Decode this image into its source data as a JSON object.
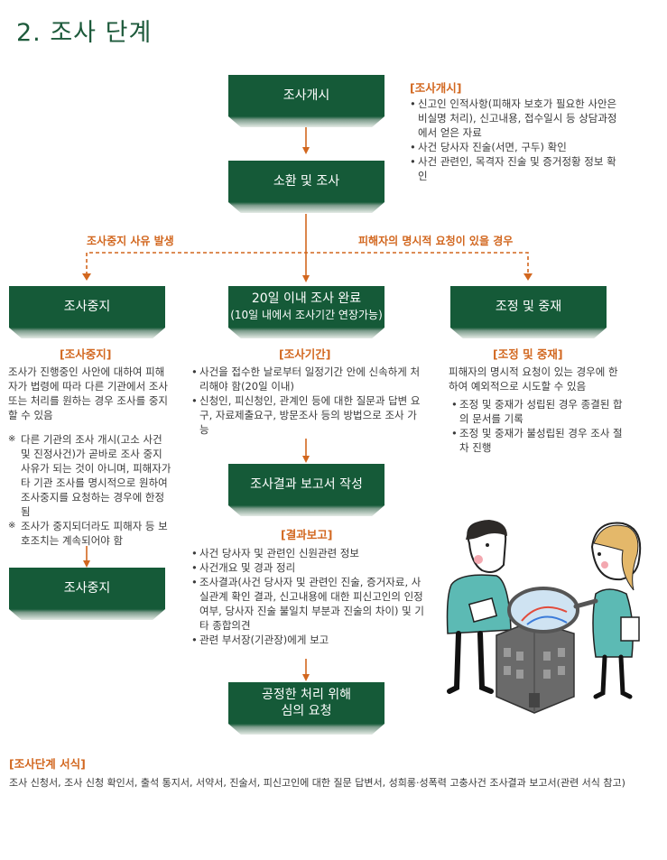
{
  "title": "2. 조사 단계",
  "boxes": {
    "start": "조사개시",
    "summon": "소환 및 조사",
    "stop1": "조사중지",
    "complete_main": "20일 이내 조사 완료",
    "complete_sub": "(10일 내에서 조사기간 연장가능)",
    "mediation": "조정 및 중재",
    "report": "조사결과 보고서 작성",
    "stop2": "조사중지",
    "review_line1": "공정한 처리 위해",
    "review_line2": "심의 요청"
  },
  "conditions": {
    "left": "조사중지 사유 발생",
    "right": "피해자의 명시적 요청이 있을 경우"
  },
  "start_info": {
    "heading": "[조사개시]",
    "items": [
      "신고인 인적사항(피해자 보호가 필요한 사안은 비실명 처리), 신고내용, 접수일시 등 상담과정에서 얻은 자료",
      "사건 당사자 진술(서면, 구두) 확인",
      "사건 관련인, 목격자 진술 및 증거정황 정보 확인"
    ]
  },
  "stop_info": {
    "heading": "[조사중지]",
    "body": "조사가 진행중인 사안에 대하여 피해자가 법령에 따라 다른 기관에서 조사 또는 처리를 원하는 경우 조사를 중지할 수 있음",
    "notes": [
      "다른 기관의 조사 개시(고소 사건 및 진정사건)가 곧바로 조사 중지 사유가 되는 것이 아니며, 피해자가 타 기관 조사를 명시적으로 원하여 조사중지를 요청하는 경우에 한정됨",
      "조사가 중지되더라도 피해자 등 보호조치는 계속되어야 함"
    ]
  },
  "period_info": {
    "heading": "[조사기간]",
    "items": [
      "사건을 접수한 날로부터 일정기간 안에 신속하게 처리해야 함(20일 이내)",
      "신청인, 피신청인, 관계인 등에 대한 질문과 답변 요구, 자료제출요구, 방문조사 등의 방법으로 조사 가능"
    ]
  },
  "mediation_info": {
    "heading": "[조정 및 중재]",
    "body": "피해자의 명시적 요청이 있는 경우에 한하여 예외적으로 시도할 수 있음",
    "items": [
      "조정 및 중재가 성립된 경우 종결된 합의 문서를 기록",
      "조정 및 중재가 불성립된 경우 조사 절차 진행"
    ]
  },
  "report_info": {
    "heading": "[결과보고]",
    "items": [
      "사건 당사자 및 관련인 신원관련 정보",
      "사건개요 및 경과 정리",
      "조사결과(사건 당사자 및 관련인 진술, 증거자료, 사실관계 확인 결과, 신고내용에 대한 피신고인의 인정여부, 당사자 진술 불일치 부분과 진술의 차이) 및 기타 종합의견",
      "관련 부서장(기관장)에게 보고"
    ]
  },
  "forms": {
    "heading": "[조사단계 서식]",
    "body": "조사 신청서, 조사 신청 확인서, 출석 통지서, 서약서, 진술서, 피신고인에 대한 질문 답변서, 성희롱·성폭력 고충사건 조사결과 보고서(관련 서식 참고)"
  },
  "colors": {
    "box": "#155a38",
    "accent": "#d2671f",
    "title": "#1d5a3b"
  }
}
